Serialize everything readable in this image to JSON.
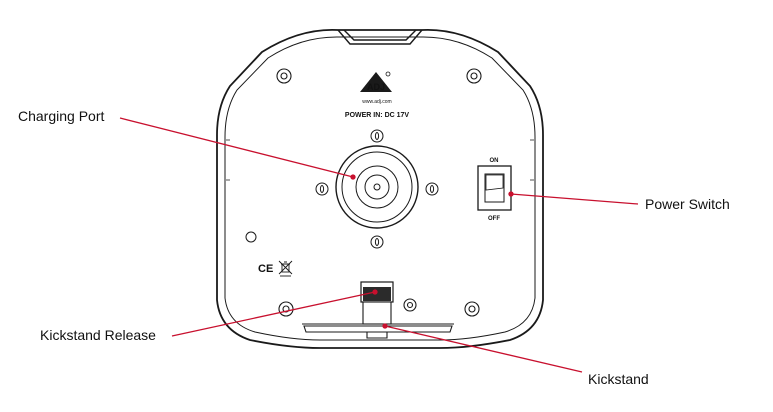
{
  "device": {
    "logo_text": "ADJ",
    "website": "www.adj.com",
    "power_in": "POWER IN: DC 17V",
    "switch_on_label": "ON",
    "switch_off_label": "OFF",
    "marks": "CE"
  },
  "callouts": {
    "charging_port": "Charging Port",
    "power_switch": "Power Switch",
    "kickstand_release": "Kickstand Release",
    "kickstand": "Kickstand"
  },
  "colors": {
    "leader_line": "#c8102e",
    "outline": "#1a1a1a",
    "release_fill": "#2b2b2b"
  }
}
